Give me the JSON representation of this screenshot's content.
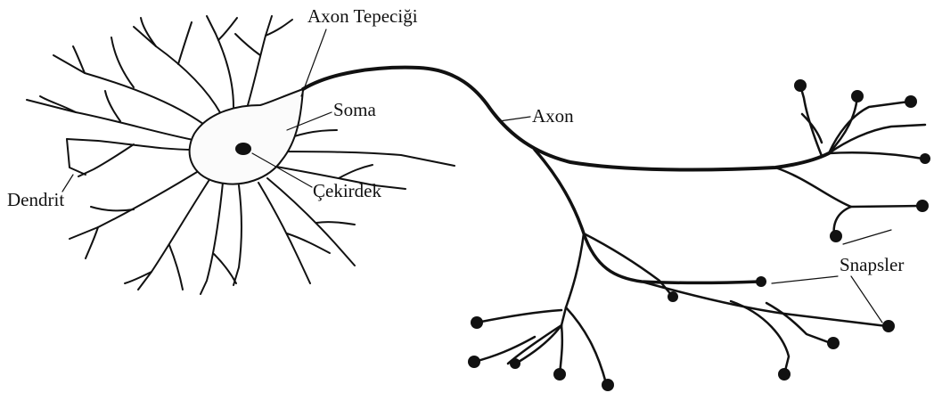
{
  "diagram": {
    "labels": {
      "axon_hillock": "Axon Tepeciği",
      "soma": "Soma",
      "axon": "Axon",
      "nucleus": "Çekirdek",
      "dendrite": "Dendrit",
      "synapses": "Snapsler"
    },
    "colors": {
      "ink": "#111111",
      "background": "#ffffff",
      "soma_fill": "#fbfbfb"
    }
  }
}
